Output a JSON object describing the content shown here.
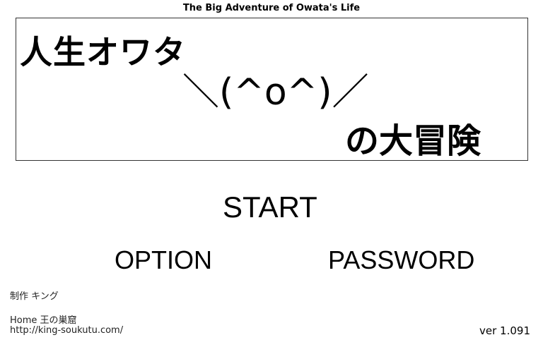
{
  "subtitle": "The Big Adventure of Owata's Life",
  "title": {
    "line1": "人生オワタ",
    "line2": "＼(^o^)／",
    "line3": "の大冒険"
  },
  "menu": {
    "start": "START",
    "option": "OPTION",
    "password": "PASSWORD"
  },
  "footer": {
    "credit": "制作 キング",
    "home": "Home 王の巣窟",
    "url": "http://king-soukutu.com/",
    "version": "ver 1.091"
  }
}
